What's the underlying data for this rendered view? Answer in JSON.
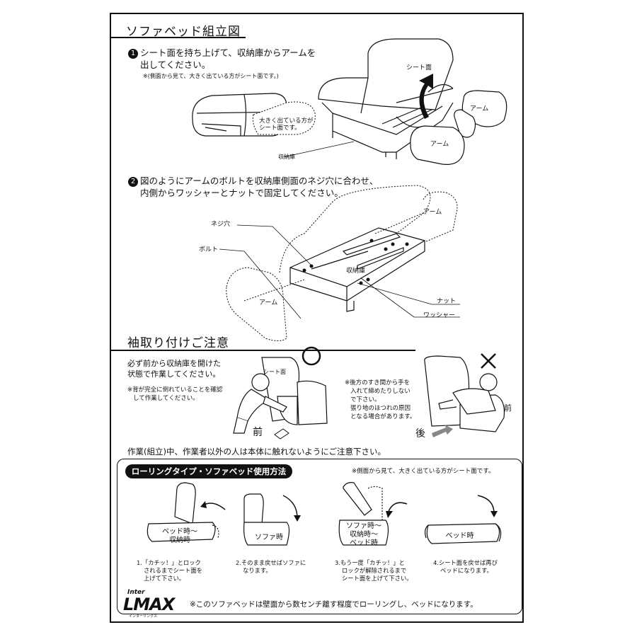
{
  "title": "ソファベッド組立図",
  "step1": {
    "num": "1",
    "line1": "シート面を持ち上げて、収納庫からアームを",
    "line2": "出してください。",
    "note": "※(側面から見て、大きく出ている方がシート面です。)",
    "callout_line1": "大きく出ている方が",
    "callout_line2": "シート面です。",
    "label_seat": "シート面",
    "label_arm1": "アーム",
    "label_arm2": "アーム",
    "label_storage": "収納庫"
  },
  "step2": {
    "num": "2",
    "line1": "図のようにアームのボルトを収納庫側面のネジ穴に合わせ、",
    "line2": "内側からワッシャーとナットで固定してください。",
    "label_screw_hole": "ネジ穴",
    "label_bolt": "ボルト",
    "label_arm_left": "アーム",
    "label_arm_right": "アーム",
    "label_storage": "収納庫",
    "label_nut": "ナット",
    "label_washer": "ワッシャー"
  },
  "caution": {
    "title": "袖取り付けご注意",
    "line1": "必ず前から収納庫を開けた",
    "line2": "状態で作業してください。",
    "note1": "※背が完全に倒れていることを確認",
    "note2": "して作業してください。",
    "ok_mark": "○",
    "ng_mark": "×",
    "label_seat": "シート面",
    "label_front_ok": "前",
    "label_front_ng": "前",
    "label_back": "後",
    "ng_text": [
      "※後方のすき間から手を",
      "入れて締めたりしない",
      "で下さい。",
      "張り地のほつれの原因",
      "となる場合があります。"
    ],
    "warning": "作業(組立)中、作業者以外の人は本体に触れないようにご注意下さい。"
  },
  "rolling": {
    "title": "ローリングタイプ・ソファベッド使用方法",
    "note": "※側面から見て、大きく出ている方がシート面です。",
    "panels": [
      {
        "label1": "ベッド時～",
        "label2": "収納時",
        "label3": "",
        "cap": [
          "1.「カチッ！」とロック",
          "されるまでシート面を",
          "上げて下さい。"
        ]
      },
      {
        "label1": "ソファ時",
        "label2": "",
        "label3": "",
        "cap": [
          "2.そのまま戻せばソファに",
          "なります。"
        ]
      },
      {
        "label1": "ソファ時～",
        "label2": "収納時～",
        "label3": "ベッド時",
        "cap": [
          "3.もう一度「カチッ！」と",
          "ロックが解除されるまで",
          "シート面を上げて下さい。"
        ]
      },
      {
        "label1": "ベッド時",
        "label2": "",
        "label3": "",
        "cap": [
          "4.シート面を戻せば再び",
          "ベッドになります。"
        ]
      }
    ],
    "footer": "※このソファベッドは壁面から数センチ離す程度でローリングし、ベッドになります。"
  },
  "logo": {
    "top": "Inter",
    "main": "LMAX",
    "sub": "インターリンクス"
  }
}
